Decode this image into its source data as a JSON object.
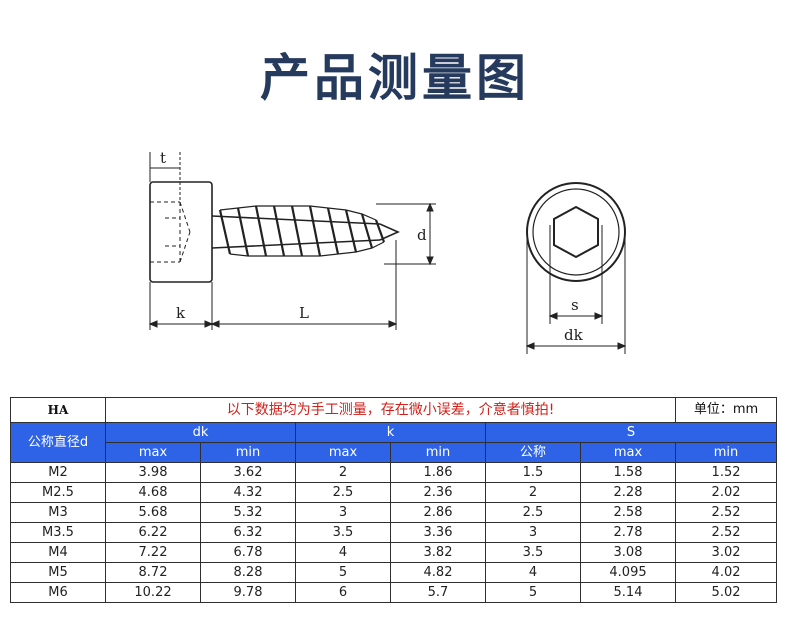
{
  "title": "产品测量图",
  "drawing_labels": {
    "t": "t",
    "k": "k",
    "L": "L",
    "d": "d",
    "s": "s",
    "dk": "dk"
  },
  "table": {
    "model": "HA",
    "notice": "以下数据均为手工测量，存在微小误差，介意者慎拍!",
    "unit": "单位：mm",
    "row_header": "公称直径d",
    "groups": [
      "dk",
      "k",
      "S"
    ],
    "subheaders": [
      "max",
      "min",
      "max",
      "min",
      "公称",
      "max",
      "min"
    ],
    "rows": [
      [
        "M2",
        "3.98",
        "3.62",
        "2",
        "1.86",
        "1.5",
        "1.58",
        "1.52"
      ],
      [
        "M2.5",
        "4.68",
        "4.32",
        "2.5",
        "2.36",
        "2",
        "2.28",
        "2.02"
      ],
      [
        "M3",
        "5.68",
        "5.32",
        "3",
        "2.86",
        "2.5",
        "2.58",
        "2.52"
      ],
      [
        "M3.5",
        "6.22",
        "6.32",
        "3.5",
        "3.36",
        "3",
        "2.78",
        "2.52"
      ],
      [
        "M4",
        "7.22",
        "6.78",
        "4",
        "3.82",
        "3.5",
        "3.08",
        "3.02"
      ],
      [
        "M5",
        "8.72",
        "8.28",
        "5",
        "4.82",
        "4",
        "4.095",
        "4.02"
      ],
      [
        "M6",
        "10.22",
        "9.78",
        "6",
        "5.7",
        "5",
        "5.14",
        "5.02"
      ]
    ]
  },
  "colors": {
    "title": "#253a5c",
    "header": "#2e63e8",
    "notice": "#d1201a"
  }
}
